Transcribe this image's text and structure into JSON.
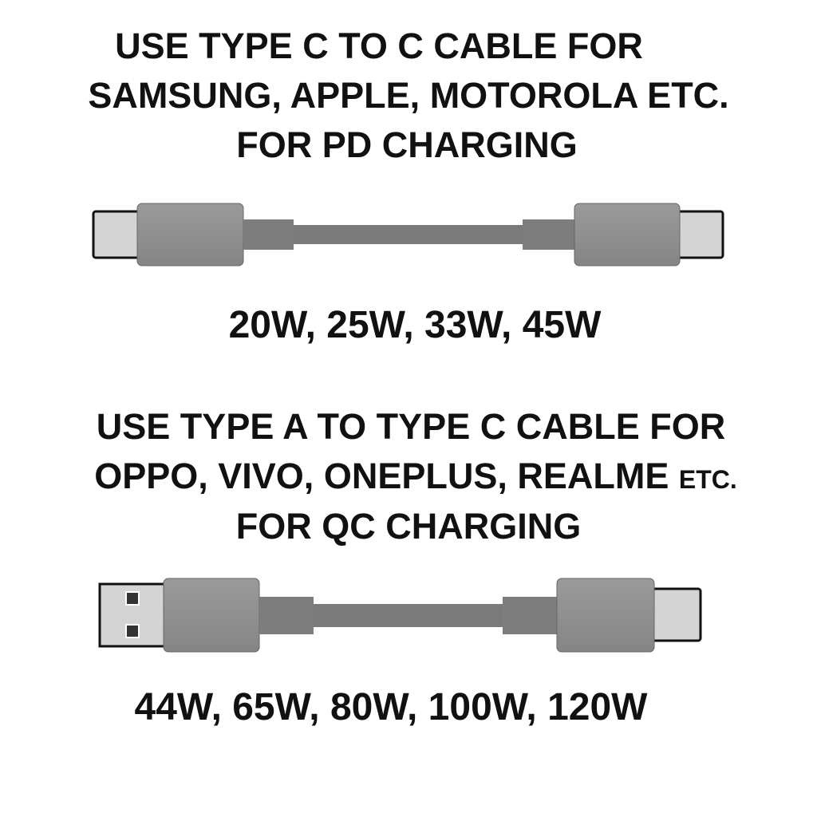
{
  "section_pd": {
    "heading_lines": [
      "USE TYPE C TO C CABLE FOR",
      "SAMSUNG, APPLE, MOTOROLA ETC.",
      "FOR PD CHARGING"
    ],
    "cable": "usb-c-to-usb-c",
    "wattages": "20W, 25W, 33W, 45W"
  },
  "section_qc": {
    "heading_lines": [
      "USE TYPE A TO TYPE C CABLE FOR",
      "OPPO, VIVO, ONEPLUS, REALME",
      "FOR QC CHARGING"
    ],
    "heading_line2_suffix": "ETC.",
    "cable": "usb-a-to-usb-c",
    "wattages": "44W, 65W, 80W, 100W, 120W"
  },
  "colors": {
    "text": "#111111",
    "cable_body": "#8f8f8f",
    "cable_wire": "#7a7a7a",
    "plug_metal": "#d4d4d4",
    "plug_outline": "#111111"
  }
}
